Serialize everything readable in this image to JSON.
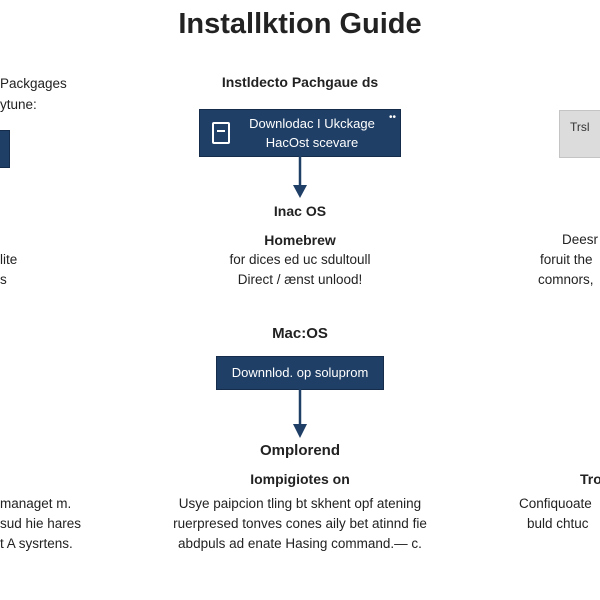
{
  "title": "Installktion Guide",
  "left": {
    "top_lines": [
      "Packgages",
      "ytune:"
    ],
    "mid_lines": [
      "lite",
      "s"
    ],
    "bottom_lines": [
      "managet m.",
      "sud hie hares",
      "t A sysrtens."
    ]
  },
  "center": {
    "heading": "Instldecto Pachgaue ds",
    "download_box": {
      "lines": [
        "Downlodac I Ukckage",
        "HacOst scevare"
      ],
      "corner_mark": "••"
    },
    "node1": {
      "label": "Inac OS",
      "subheading": "Homebrew",
      "lines": [
        "for dices ed uc sdultoull",
        "Direct / ænst unlood!"
      ]
    },
    "node2": {
      "label": "Mac:OS",
      "box_label": "Downnlod. op soluprom"
    },
    "node3": {
      "label": "Omplorend",
      "subheading": "Iompigiotes on",
      "lines": [
        "Usye paipcion tling bt skhent opf atening",
        "ruerpresed tonves cones aily bet atinnd fie",
        "abdpuls ad enate Hasing command.— c."
      ]
    }
  },
  "right": {
    "box_label": "Trsl",
    "mid_lines": [
      "Deesr",
      "foruit the",
      "comnors,"
    ],
    "bottom_heading": "Tro",
    "bottom_lines": [
      "Confiquoate",
      "buld chtuc"
    ]
  },
  "colors": {
    "navy": "#1f3f66",
    "arrow": "#1f3f66",
    "gray_box": "#dcdcdc",
    "text": "#222222"
  },
  "icons": {
    "download_box_icon": "document-icon",
    "arrows": "arrow-down-icon"
  }
}
